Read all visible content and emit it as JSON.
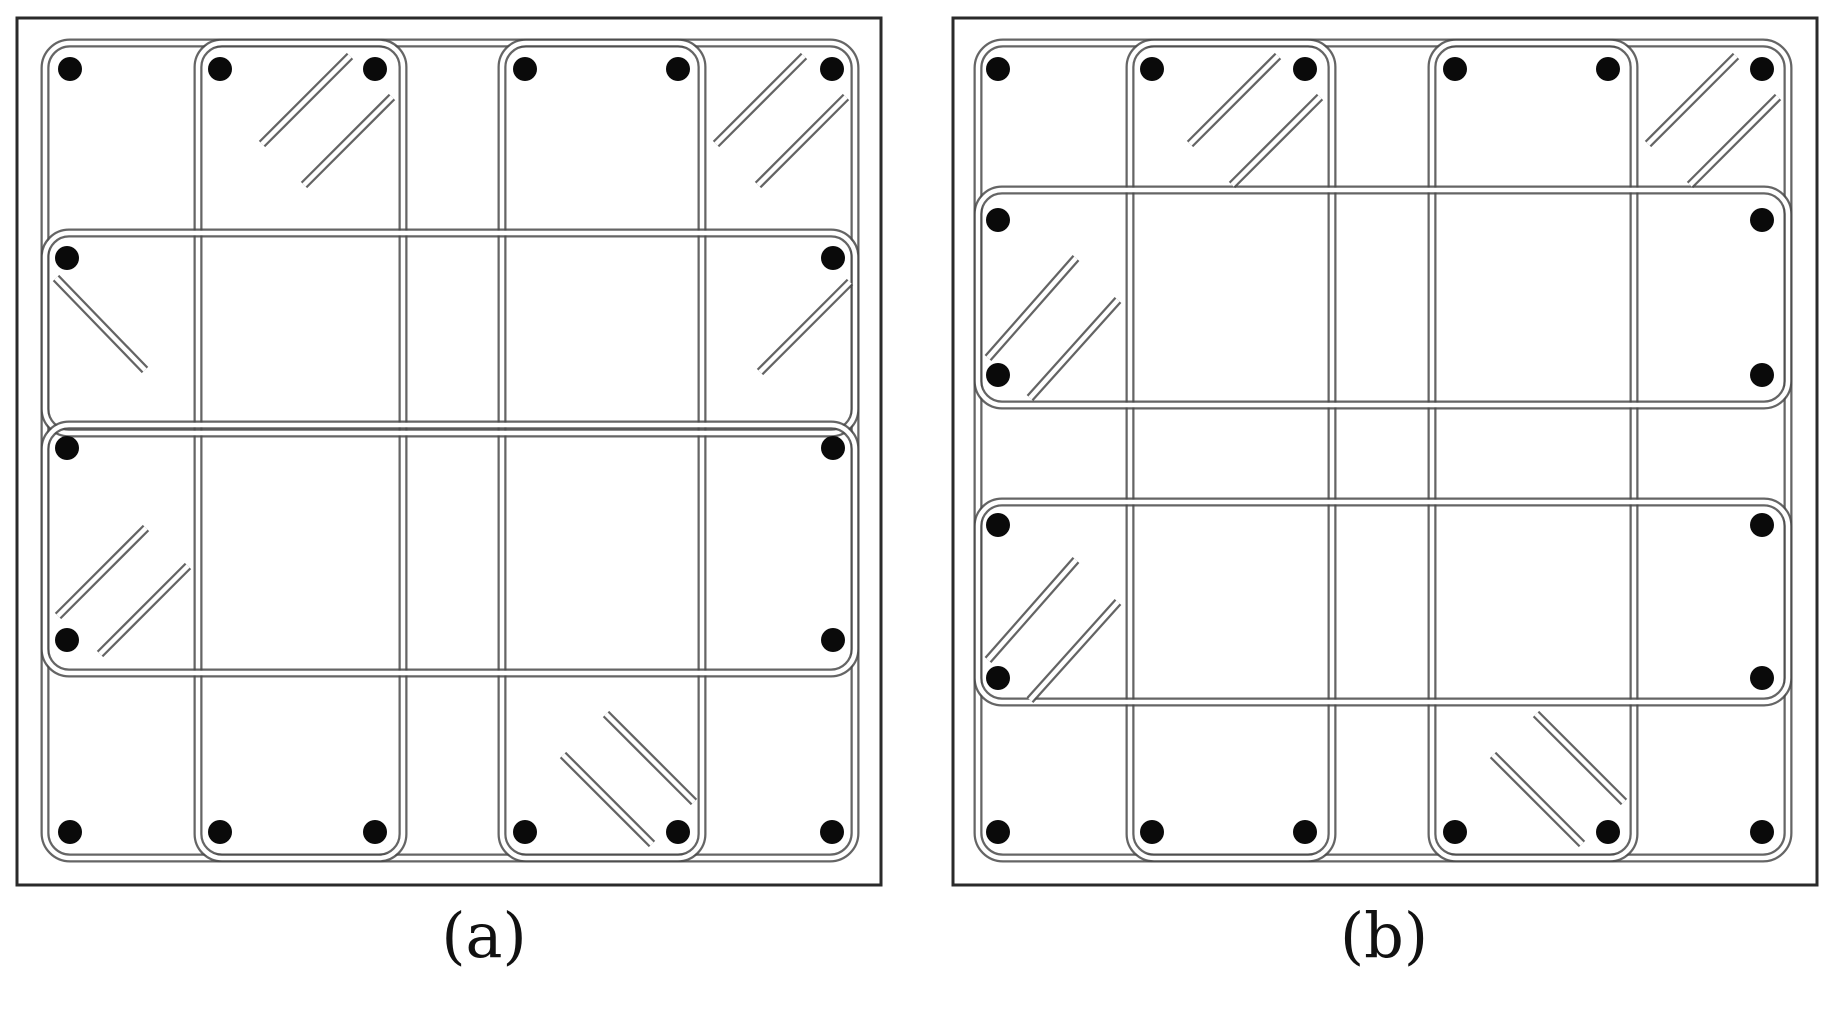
{
  "panels": [
    {
      "id": "a",
      "label": "(a)"
    },
    {
      "id": "b",
      "label": "(b)"
    }
  ],
  "colors": {
    "background": "#ffffff",
    "frame": "#2a2a2a",
    "tie_stroke": "#4a4a4a",
    "bar_fill": "#0a0a0a"
  }
}
